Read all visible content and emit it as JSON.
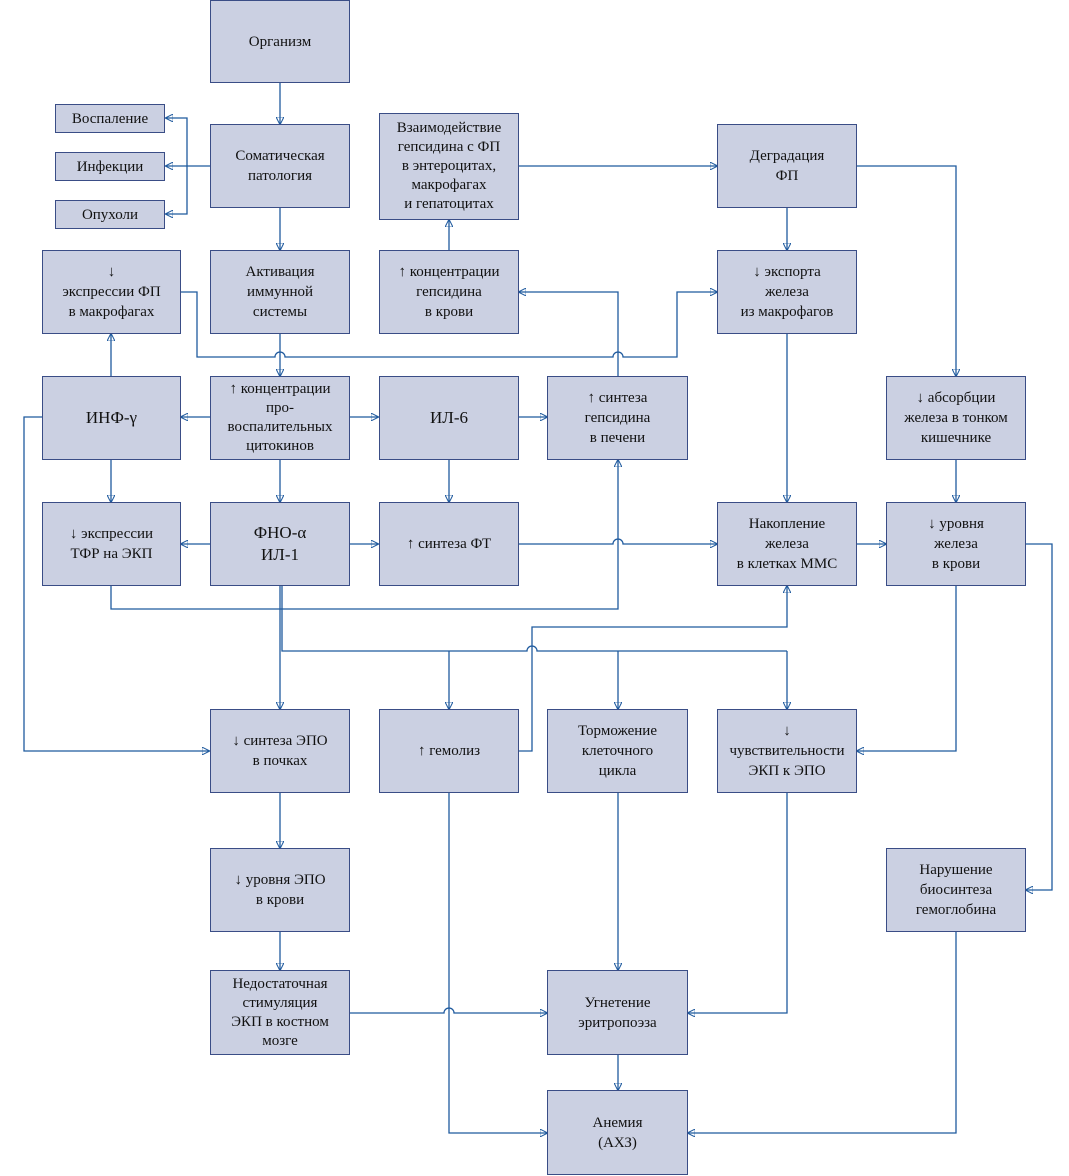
{
  "nodes": {
    "organism": "Организм",
    "somatic": "Соматическая\nпатология",
    "inflammation": "Воспаление",
    "infections": "Инфекции",
    "tumors": "Опухоли",
    "interaction": "Взаимодействие\nгепсидина с ФП\nв энтероцитах,\nмакрофагах\nи гепатоцитах",
    "degradation": "Деградация\nФП",
    "fp_expr": "↓\nэкспрессии ФП\nв макрофагах",
    "immune": "Активация\nиммунной\nсистемы",
    "hepcidin_blood": "↑ концентрации\nгепсидина\nв крови",
    "iron_export": "↓ экспорта\nжелеза\nиз макрофагов",
    "absorption": "↓ абсорбции\nжелеза в тонком\nкишечнике",
    "ifn": "ИНФ-γ",
    "cytokines": "↑ концентрации\nпро-\nвоспалительных\nцитокинов",
    "il6": "ИЛ-6",
    "hepcidin_synth": "↑ синтеза\nгепсидина\nв печени",
    "tfr": "↓ экспрессии\nТФР на ЭКП",
    "tnf": "ФНО-α\nИЛ-1",
    "ft": "↑ синтеза ФТ",
    "iron_mms": "Накопление\nжелеза\nв клетках ММС",
    "iron_blood": "↓ уровня\nжелеза\nв крови",
    "epo_synth": "↓ синтеза ЭПО\nв почках",
    "hemolysis": "↑ гемолиз",
    "cell_cycle": "Торможение\nклеточного\nцикла",
    "epo_sens": "↓\nчувствительности\nЭКП к ЭПО",
    "epo_blood": "↓ уровня ЭПО\nв крови",
    "hb": "Нарушение\nбиосинтеза\nгемоглобина",
    "stim": "Недостаточная\nстимуляция\nЭКП в костном\nмозге",
    "erythro": "Угнетение\nэритропоэза",
    "anemia": "Анемия\n(АХЗ)"
  },
  "colors": {
    "box_fill": "#cbd0e2",
    "box_border": "#3a4d86",
    "line": "#1f5a9e"
  }
}
